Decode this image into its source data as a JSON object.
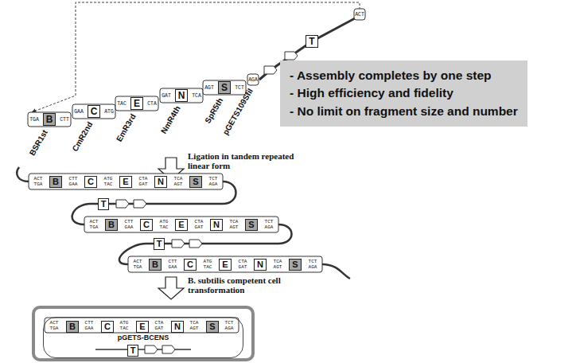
{
  "diagram": {
    "nodes": [
      {
        "text": [
          "- Assembly completes by one step",
          "- High efficiency and fidelity",
          "- No limit on fragment size and number"
        ]
      },
      {
        "text": [
          "B"
        ]
      },
      {
        "text": [
          "C"
        ]
      },
      {
        "text": [
          "E"
        ]
      },
      {
        "text": [
          "N"
        ]
      },
      {
        "text": [
          "S"
        ]
      },
      {
        "text": [
          "T"
        ]
      },
      {
        "text": [
          "B"
        ]
      },
      {
        "text": [
          "C"
        ]
      },
      {
        "text": [
          "E"
        ]
      },
      {
        "text": [
          "N"
        ]
      },
      {
        "text": [
          "S"
        ]
      },
      {
        "text": [
          "T"
        ]
      },
      {
        "text": [
          "B"
        ]
      },
      {
        "text": [
          "C"
        ]
      },
      {
        "text": [
          "E"
        ]
      },
      {
        "text": [
          "N"
        ]
      },
      {
        "text": [
          "S"
        ]
      },
      {
        "text": [
          "T"
        ]
      },
      {
        "text": [
          "B"
        ]
      },
      {
        "text": [
          "C"
        ]
      },
      {
        "text": [
          "E"
        ]
      },
      {
        "text": [
          "N"
        ]
      },
      {
        "text": [
          "S"
        ]
      },
      {
        "text": [
          "pGETS-BCENS"
        ]
      },
      {
        "text": [
          "B"
        ],
        "in": 24
      },
      {
        "text": [
          "C"
        ],
        "in": 24
      },
      {
        "text": [
          "E"
        ],
        "in": 24
      },
      {
        "text": [
          "N"
        ],
        "in": 24
      },
      {
        "text": [
          "S"
        ],
        "in": 24
      },
      {
        "text": [
          "T"
        ],
        "in": 24
      }
    ],
    "labels": [
      "BSR1st",
      "CmR2nd",
      "EmR3rd",
      "NmR4th",
      "SpR5th",
      "pGETS109SfiI",
      "TGA",
      "CTT",
      "GAA",
      "ATG",
      "TAC",
      "CTA",
      "GAT",
      "TCA",
      "AGT",
      "TCT",
      "AGA",
      "ACT",
      "Ligation in tandem repeated linear form",
      "ACT TGA",
      "CTT GAA",
      "ATG TAC",
      "CTA GAT",
      "TCA AGT",
      "TCT AGA",
      "ACT TGA",
      "CTT GAA",
      "ATG TAC",
      "CTA GAT",
      "TCA AGT",
      "TCT AGA",
      "ACT TGA",
      "CTT GAA",
      "ATG TAC",
      "CTA GAT",
      "TCA AGT",
      "TCT AGA",
      "B. subtilis competent cell transformation",
      "ACT TGA",
      "CTT GAA",
      "ATG TAC",
      "CTA GAT",
      "TCA AGT",
      "TCT AGA"
    ]
  }
}
